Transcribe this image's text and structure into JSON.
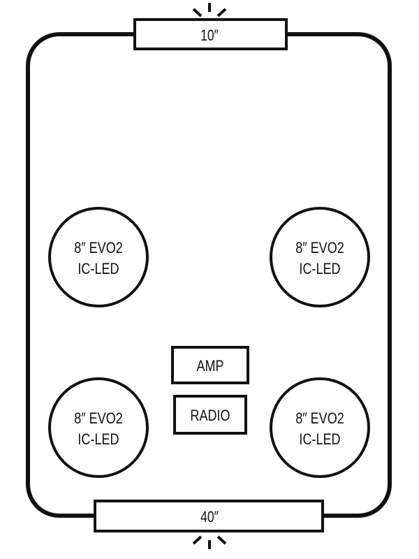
{
  "top_speaker": {
    "label": "10″"
  },
  "bottom_speaker": {
    "label": "40″"
  },
  "speakers": [
    {
      "line1": "8″ EVO2",
      "line2": "IC-LED"
    },
    {
      "line1": "8″ EVO2",
      "line2": "IC-LED"
    },
    {
      "line1": "8″ EVO2",
      "line2": "IC-LED"
    },
    {
      "line1": "8″ EVO2",
      "line2": "IC-LED"
    }
  ],
  "amp": {
    "label": "AMP"
  },
  "radio": {
    "label": "RADIO"
  },
  "colors": {
    "stroke": "#111111",
    "background": "#ffffff"
  }
}
